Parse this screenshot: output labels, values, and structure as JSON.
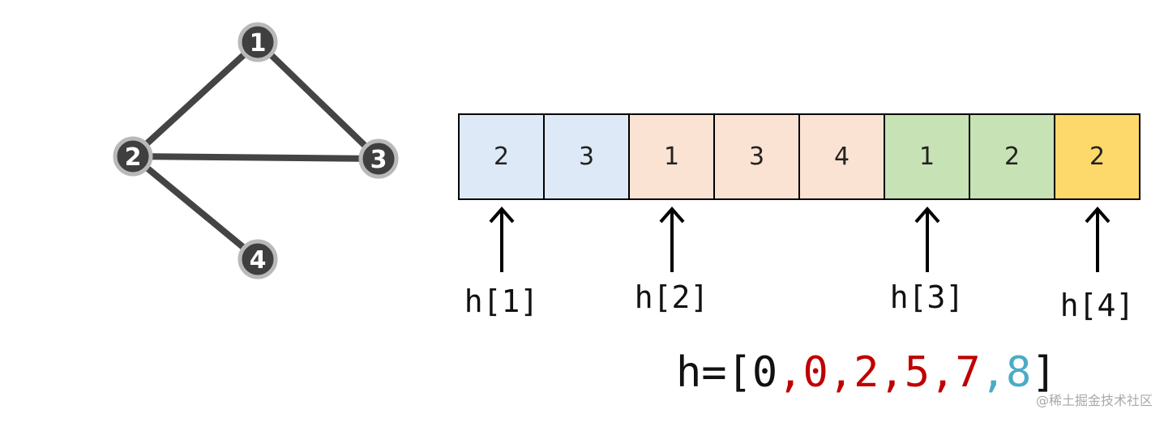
{
  "graph": {
    "nodes": [
      {
        "id": "1",
        "label": "1"
      },
      {
        "id": "2",
        "label": "2"
      },
      {
        "id": "3",
        "label": "3"
      },
      {
        "id": "4",
        "label": "4"
      }
    ],
    "edges": [
      [
        "1",
        "2"
      ],
      [
        "1",
        "3"
      ],
      [
        "2",
        "3"
      ],
      [
        "2",
        "4"
      ]
    ]
  },
  "cells": [
    {
      "value": "2",
      "color": "#dde9f6"
    },
    {
      "value": "3",
      "color": "#dde9f6"
    },
    {
      "value": "1",
      "color": "#fbe3d3"
    },
    {
      "value": "3",
      "color": "#fbe3d3"
    },
    {
      "value": "4",
      "color": "#fbe3d3"
    },
    {
      "value": "1",
      "color": "#c7e2b4"
    },
    {
      "value": "2",
      "color": "#c7e2b4"
    },
    {
      "value": "2",
      "color": "#fdd86a"
    }
  ],
  "pointers": [
    {
      "label": "h[1]",
      "cell_index": 0
    },
    {
      "label": "h[2]",
      "cell_index": 2
    },
    {
      "label": "h[3]",
      "cell_index": 5
    },
    {
      "label": "h[4]",
      "cell_index": 7
    }
  ],
  "h_array": {
    "prefix": "h=[",
    "items": [
      {
        "text": "0",
        "color": "#111111"
      },
      {
        "text": "0",
        "color": "#c00000"
      },
      {
        "text": "2",
        "color": "#c00000"
      },
      {
        "text": "5",
        "color": "#c00000"
      },
      {
        "text": "7",
        "color": "#c00000"
      },
      {
        "text": "8",
        "color": "#4aacc6"
      }
    ],
    "separator": ",",
    "suffix": "]"
  },
  "watermark": "@稀土掘金技术社区"
}
